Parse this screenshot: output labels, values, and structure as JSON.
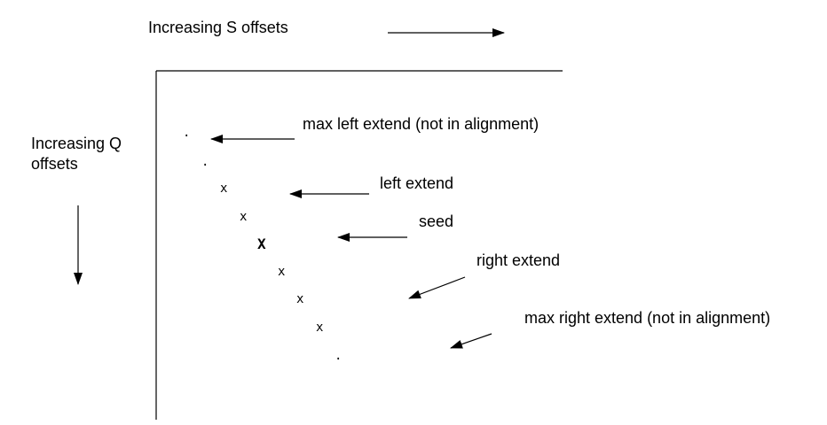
{
  "header": {
    "s_axis_label": "Increasing S offsets"
  },
  "side": {
    "q_axis_label_line1": "Increasing Q",
    "q_axis_label_line2": "offsets"
  },
  "labels": {
    "max_left": "max left extend (not in alignment)",
    "left": "left extend",
    "seed": "seed",
    "right": "right extend",
    "max_right": "max right extend (not in alignment)"
  },
  "marks": {
    "dot": ".",
    "x": "x",
    "seed_x": "X"
  }
}
